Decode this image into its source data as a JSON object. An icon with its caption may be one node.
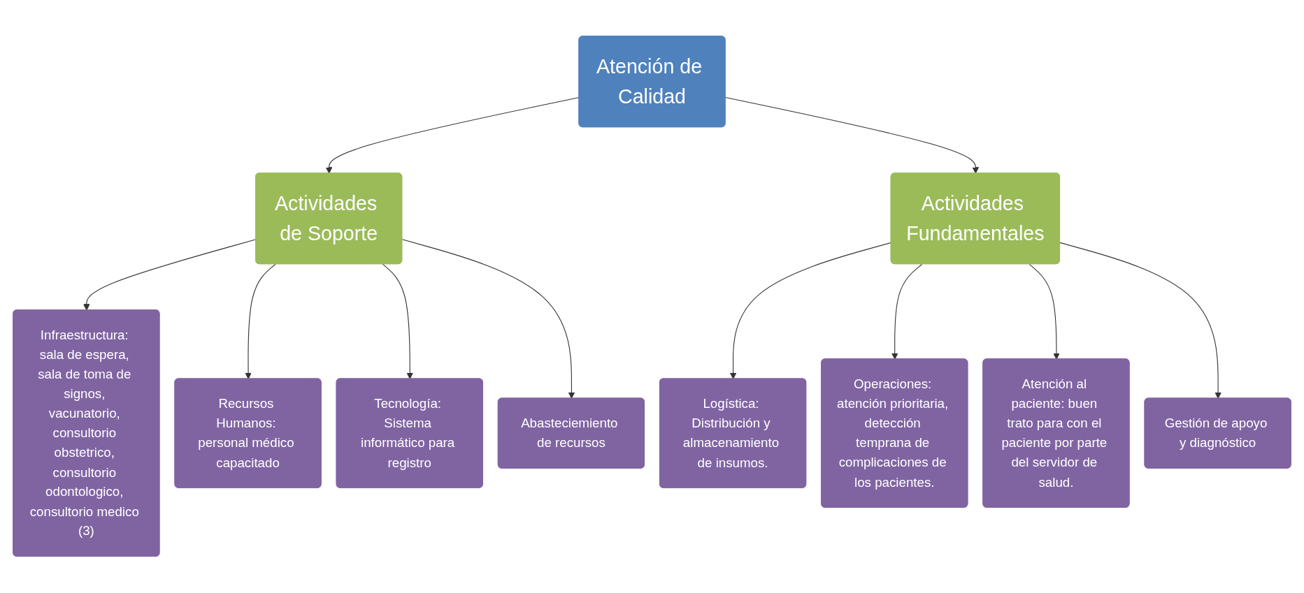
{
  "diagram": {
    "nodes": [
      {
        "text": [
          "Atención de Calidad"
        ]
      },
      {
        "text": [
          "Actividades de Soporte"
        ]
      },
      {
        "text": [
          "Actividades Fundamentales"
        ]
      },
      {
        "text": [
          "Infraestructura: sala de espera, sala de toma de signos, vacunatorio, consultorio obstetrico, consultorio odontologico, consultorio medico (3)"
        ]
      },
      {
        "text": [
          "Recursos Humanos: personal médico capacitado"
        ]
      },
      {
        "text": [
          "Tecnología: Sistema informático para registro"
        ]
      },
      {
        "text": [
          "Abasteciemiento de recursos"
        ]
      },
      {
        "text": [
          "Logística: Distribución y almacenamiento de insumos."
        ]
      },
      {
        "text": [
          "Operaciones: atención prioritaria, detección temprana de complicaciones de los pacientes."
        ]
      },
      {
        "text": [
          "Atención al paciente: buen trato para con el paciente por parte del servidor de salud."
        ]
      },
      {
        "text": [
          "Gestión de apoyo y diagnóstico"
        ]
      }
    ],
    "edges": [
      {
        "from": 0,
        "to": 1,
        "arrow": "to"
      },
      {
        "from": 0,
        "to": 2,
        "arrow": "to"
      },
      {
        "from": 1,
        "to": 3,
        "arrow": "to"
      },
      {
        "from": 1,
        "to": 4,
        "arrow": "to"
      },
      {
        "from": 1,
        "to": 5,
        "arrow": "to"
      },
      {
        "from": 1,
        "to": 6,
        "arrow": "to"
      },
      {
        "from": 2,
        "to": 7,
        "arrow": "to"
      },
      {
        "from": 2,
        "to": 8,
        "arrow": "to"
      },
      {
        "from": 2,
        "to": 9,
        "arrow": "to"
      },
      {
        "from": 2,
        "to": 10,
        "arrow": "to"
      }
    ]
  }
}
